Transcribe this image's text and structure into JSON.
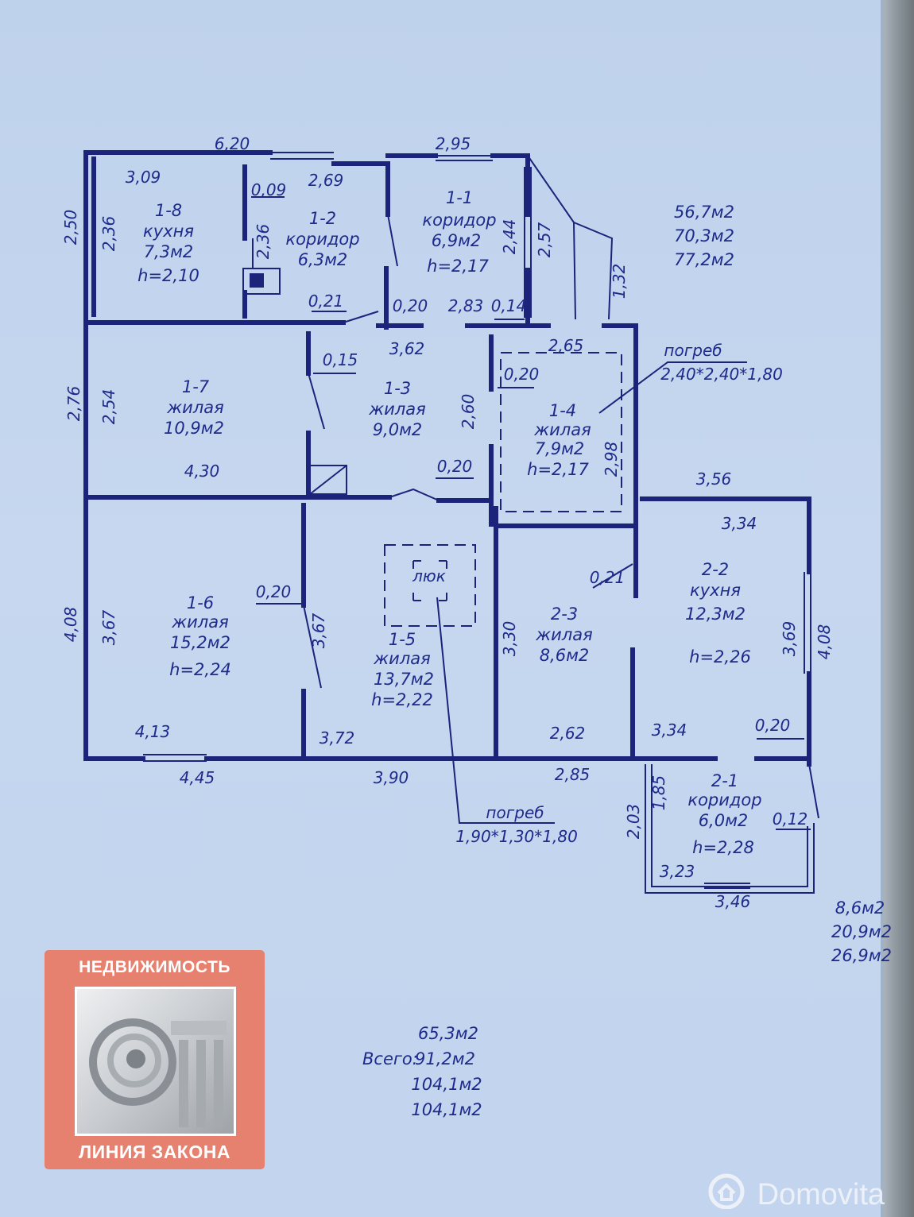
{
  "rooms": {
    "r18": {
      "num": "1-8",
      "name": "кухня",
      "area": "7,3м2",
      "h": "h=2,10"
    },
    "r12": {
      "num": "1-2",
      "name": "коридор",
      "area": "6,3м2"
    },
    "r11": {
      "num": "1-1",
      "name": "коридор",
      "area": "6,9м2",
      "h": "h=2,17"
    },
    "r17": {
      "num": "1-7",
      "name": "жилая",
      "area": "10,9м2"
    },
    "r13": {
      "num": "1-3",
      "name": "жилая",
      "area": "9,0м2"
    },
    "r14": {
      "num": "1-4",
      "name": "жилая",
      "area": "7,9м2",
      "h": "h=2,17"
    },
    "r16": {
      "num": "1-6",
      "name": "жилая",
      "area": "15,2м2",
      "h": "h=2,24"
    },
    "r15": {
      "num": "1-5",
      "name": "жилая",
      "area": "13,7м2",
      "h": "h=2,22"
    },
    "r23": {
      "num": "2-3",
      "name": "жилая",
      "area": "8,6м2"
    },
    "r22": {
      "num": "2-2",
      "name": "кухня",
      "area": "12,3м2",
      "h": "h=2,26"
    },
    "r21": {
      "num": "2-1",
      "name": "коридор",
      "area": "6,0м2",
      "h": "h=2,28"
    }
  },
  "dims": {
    "d1": "6,20",
    "d2": "2,95",
    "d3": "3,09",
    "d4": "2,69",
    "d5": "0,09",
    "d6": "2,50",
    "d7": "2,36",
    "d8": "2,36",
    "d9": "2,44",
    "d10": "2,57",
    "d11": "1,32",
    "d12": "0,21",
    "d13": "0,20",
    "d14": "2,83",
    "d15": "0,14",
    "d16": "3,62",
    "d17": "2,65",
    "d18": "0,15",
    "d19": "0,20",
    "d20": "2,76",
    "d21": "2,54",
    "d22": "2,60",
    "d23": "2,98",
    "d24": "4,30",
    "d25": "0,20",
    "d26": "3,56",
    "d27": "3,34",
    "d28": "0,21",
    "d29": "4,08",
    "d30": "3,67",
    "d31": "0,20",
    "d32": "3,67",
    "d33": "3,30",
    "d34": "3,69",
    "d35": "4,08",
    "d36": "4,13",
    "d37": "3,72",
    "d38": "2,62",
    "d39": "3,34",
    "d40": "0,20",
    "d41": "4,45",
    "d42": "3,90",
    "d43": "2,85",
    "d44": "2,03",
    "d45": "1,85",
    "d46": "0,12",
    "d47": "3,23",
    "d48": "3,46"
  },
  "notes": {
    "cellar1_label": "погреб",
    "cellar1_size": "2,40*2,40*1,80",
    "cellar2_label": "погреб",
    "cellar2_size": "1,90*1,30*1,80",
    "hatch": "люк"
  },
  "areas_block1": [
    "56,7м2",
    "70,3м2",
    "77,2м2"
  ],
  "areas_block2": [
    "8,6м2",
    "20,9м2",
    "26,9м2"
  ],
  "totals": {
    "label": "Всего:",
    "values": [
      "65,3м2",
      "91,2м2",
      "104,1м2",
      "104,1м2"
    ]
  },
  "logo": {
    "top_text": "НЕДВИЖИМОСТЬ",
    "bottom_text": "ЛИНИЯ ЗАКОНА"
  },
  "watermark": {
    "text": "Domovita"
  },
  "colors": {
    "ink": "#1e2a8c",
    "paper": "#c2d4ee",
    "logo_bg": "#e6816f"
  }
}
